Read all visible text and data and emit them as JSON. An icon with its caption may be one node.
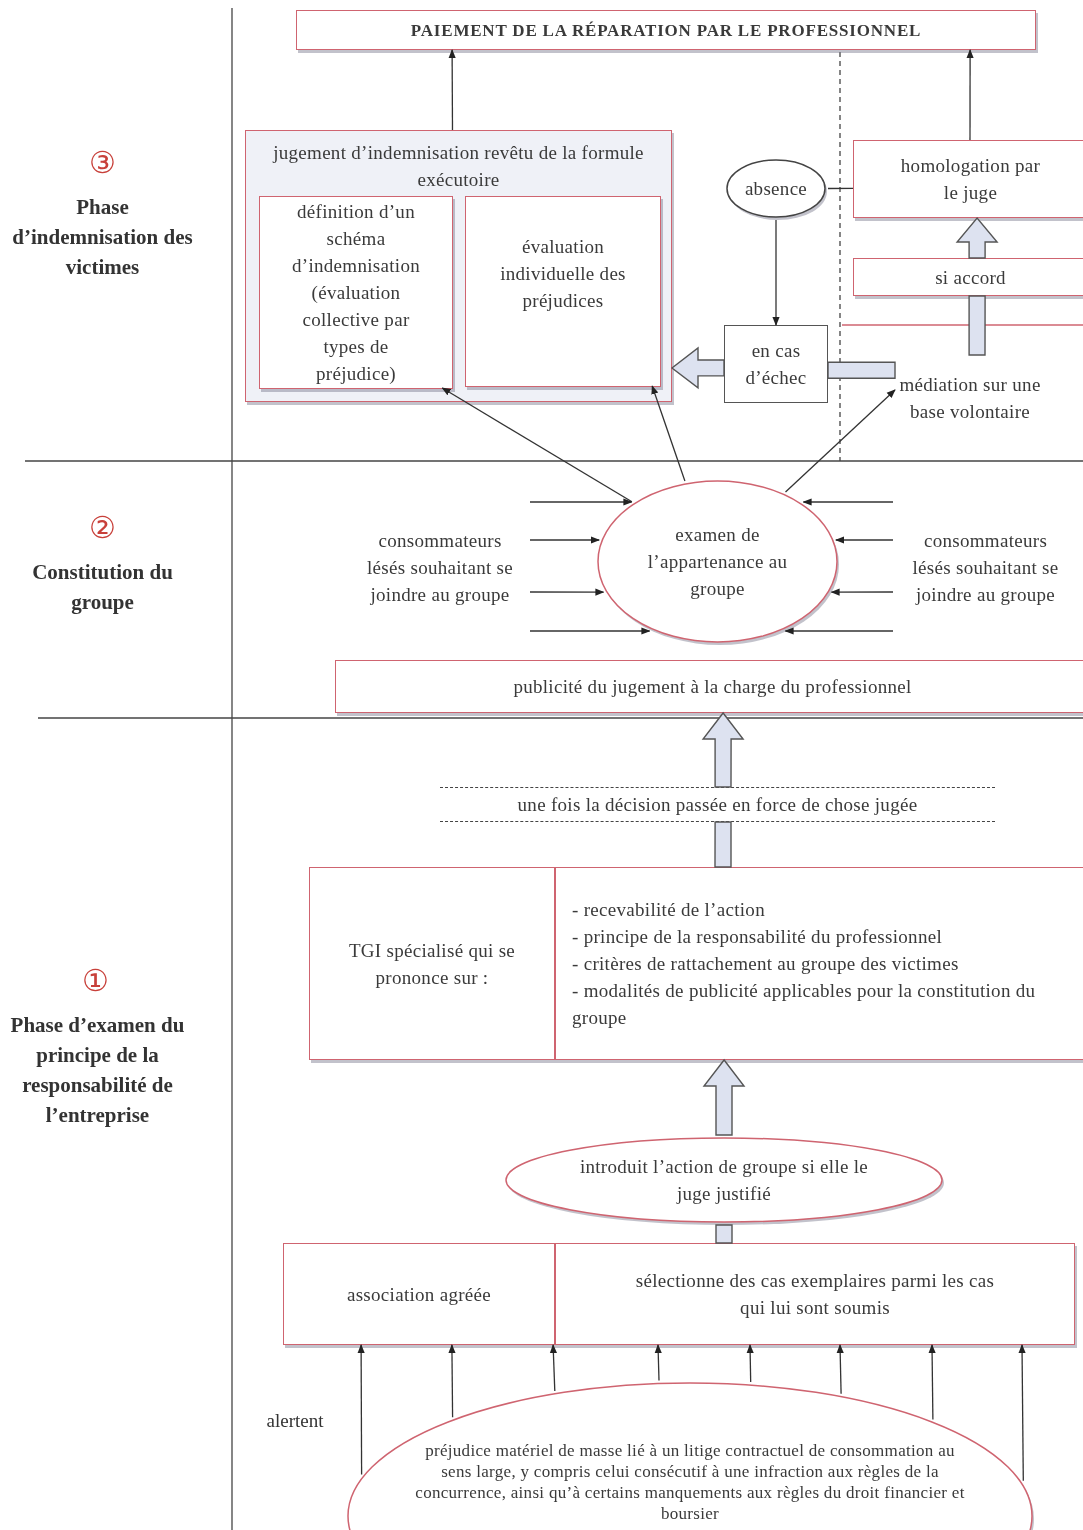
{
  "diagram": {
    "nodes": [
      {
        "text": [
          "PAIEMENT DE LA RÉPARATION PAR LE PROFESSIONNEL"
        ]
      },
      {
        "text": [
          "jugement d’indemnisation revêtu de la formule exécutoire"
        ]
      },
      {
        "text": [
          "définition d’un schéma d’indemnisation (évaluation collective par types de préjudice)"
        ],
        "in": 1
      },
      {
        "text": [
          "évaluation individuelle des préjudices"
        ],
        "in": 1
      },
      {
        "text": [
          "absence"
        ]
      },
      {
        "text": [
          "homologation par le juge"
        ]
      },
      {
        "text": [
          "si accord"
        ]
      },
      {
        "text": [
          "en cas d’échec"
        ]
      },
      {
        "text": [
          "médiation sur une base volontaire"
        ]
      },
      {
        "text": [
          "examen de l’appartenance au groupe"
        ]
      },
      {
        "text": [
          "consommateurs lésés souhaitant se joindre au groupe"
        ]
      },
      {
        "text": [
          "consommateurs lésés souhaitant se joindre au groupe"
        ]
      },
      {
        "text": [
          "publicité du jugement à la charge du professionnel"
        ]
      },
      {
        "text": [
          "une fois la décision passée en force de chose jugée"
        ]
      },
      {
        "text": [
          "TGI spécialisé qui se prononce sur :"
        ]
      },
      {
        "text": [
          "- recevabilité de l’action",
          "- principe de la responsabilité du professionnel",
          "- critères de rattachement au groupe des victimes",
          "- modalités de publicité applicables pour la constitution du groupe"
        ]
      },
      {
        "text": [
          "introduit l’action de groupe si elle le juge justifié"
        ]
      },
      {
        "text": [
          "association agréée"
        ]
      },
      {
        "text": [
          "sélectionne des cas exemplaires parmi les cas qui lui sont soumis"
        ]
      },
      {
        "text": [
          "préjudice matériel de masse lié à un litige contractuel de consommation au sens large, y compris celui consécutif à une infraction aux règles de la concurrence, ainsi qu’à certains manquements aux règles du droit financier et boursier"
        ]
      }
    ],
    "edges": [
      {
        "from": 1,
        "to": 0,
        "arrow": "to"
      },
      {
        "from": 5,
        "to": 0,
        "arrow": "to"
      },
      {
        "from": 4,
        "to": 5,
        "arrow": "none"
      },
      {
        "from": 4,
        "to": 7,
        "arrow": "to"
      },
      {
        "from": 7,
        "to": 1,
        "arrow": "to",
        "style": "thick"
      },
      {
        "from": 6,
        "to": 5,
        "arrow": "to",
        "style": "thick"
      },
      {
        "from": 8,
        "to": 6,
        "arrow": "none",
        "style": "thick"
      },
      {
        "from": 8,
        "to": 7,
        "arrow": "none",
        "style": "thick"
      },
      {
        "from": 9,
        "to": 2,
        "arrow": "to"
      },
      {
        "from": 9,
        "to": 3,
        "arrow": "to"
      },
      {
        "from": 9,
        "to": 8,
        "arrow": "to"
      },
      {
        "from": 10,
        "to": 9,
        "arrow": "to"
      },
      {
        "from": 10,
        "to": 9,
        "arrow": "to"
      },
      {
        "from": 10,
        "to": 9,
        "arrow": "to"
      },
      {
        "from": 10,
        "to": 9,
        "arrow": "to"
      },
      {
        "from": 11,
        "to": 9,
        "arrow": "to"
      },
      {
        "from": 11,
        "to": 9,
        "arrow": "to"
      },
      {
        "from": 11,
        "to": 9,
        "arrow": "to"
      },
      {
        "from": 11,
        "to": 9,
        "arrow": "to"
      },
      {
        "from": 13,
        "to": 12,
        "arrow": "to",
        "style": "thick"
      },
      {
        "from": 15,
        "to": 13,
        "arrow": "none",
        "style": "thick"
      },
      {
        "from": 16,
        "to": 15,
        "arrow": "to",
        "style": "thick"
      },
      {
        "from": 18,
        "to": 16,
        "arrow": "none",
        "style": "thick"
      },
      {
        "from": 19,
        "to": 17,
        "arrow": "to"
      },
      {
        "from": 19,
        "to": 17,
        "arrow": "to"
      },
      {
        "from": 19,
        "to": 17,
        "arrow": "to"
      },
      {
        "from": 19,
        "to": 18,
        "arrow": "to"
      },
      {
        "from": 19,
        "to": 18,
        "arrow": "to"
      },
      {
        "from": 19,
        "to": 18,
        "arrow": "to"
      },
      {
        "from": 19,
        "to": 18,
        "arrow": "to"
      },
      {
        "from": 19,
        "to": 18,
        "arrow": "to"
      }
    ],
    "labels": [
      "③",
      "Phase d’indemnisation des victimes",
      "②",
      "Constitution du groupe",
      "①",
      "Phase d’examen du principe de la responsabilité de l’entreprise",
      "alertent"
    ]
  }
}
